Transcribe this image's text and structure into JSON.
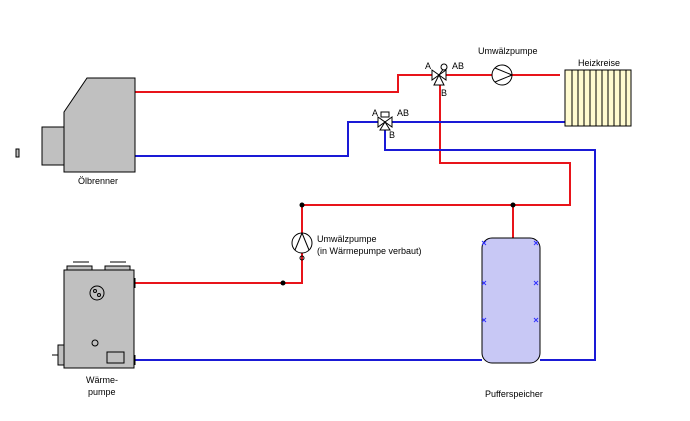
{
  "labels": {
    "oil_burner": "Ölbrenner",
    "heat_pump_line1": "Wärme-",
    "heat_pump_line2": "pumpe",
    "buffer_tank": "Pufferspeicher",
    "heating_circuits": "Heizkreise",
    "circ_pump_top": "Umwälzpumpe",
    "circ_pump_hp_line1": "Umwälzpumpe",
    "circ_pump_hp_line2": "(in Wärmepumpe verbaut)",
    "valve_top_a": "A",
    "valve_top_ab": "AB",
    "valve_top_b": "B",
    "valve_mid_a": "A",
    "valve_mid_ab": "AB",
    "valve_mid_b": "B"
  },
  "colors": {
    "supply_pipe": "#e8141a",
    "return_pipe": "#1a1ad6",
    "equipment": "#c0c0c0",
    "buffer_tank_fill": "#c8c8f5",
    "radiator_fill": "#fffbd0"
  }
}
